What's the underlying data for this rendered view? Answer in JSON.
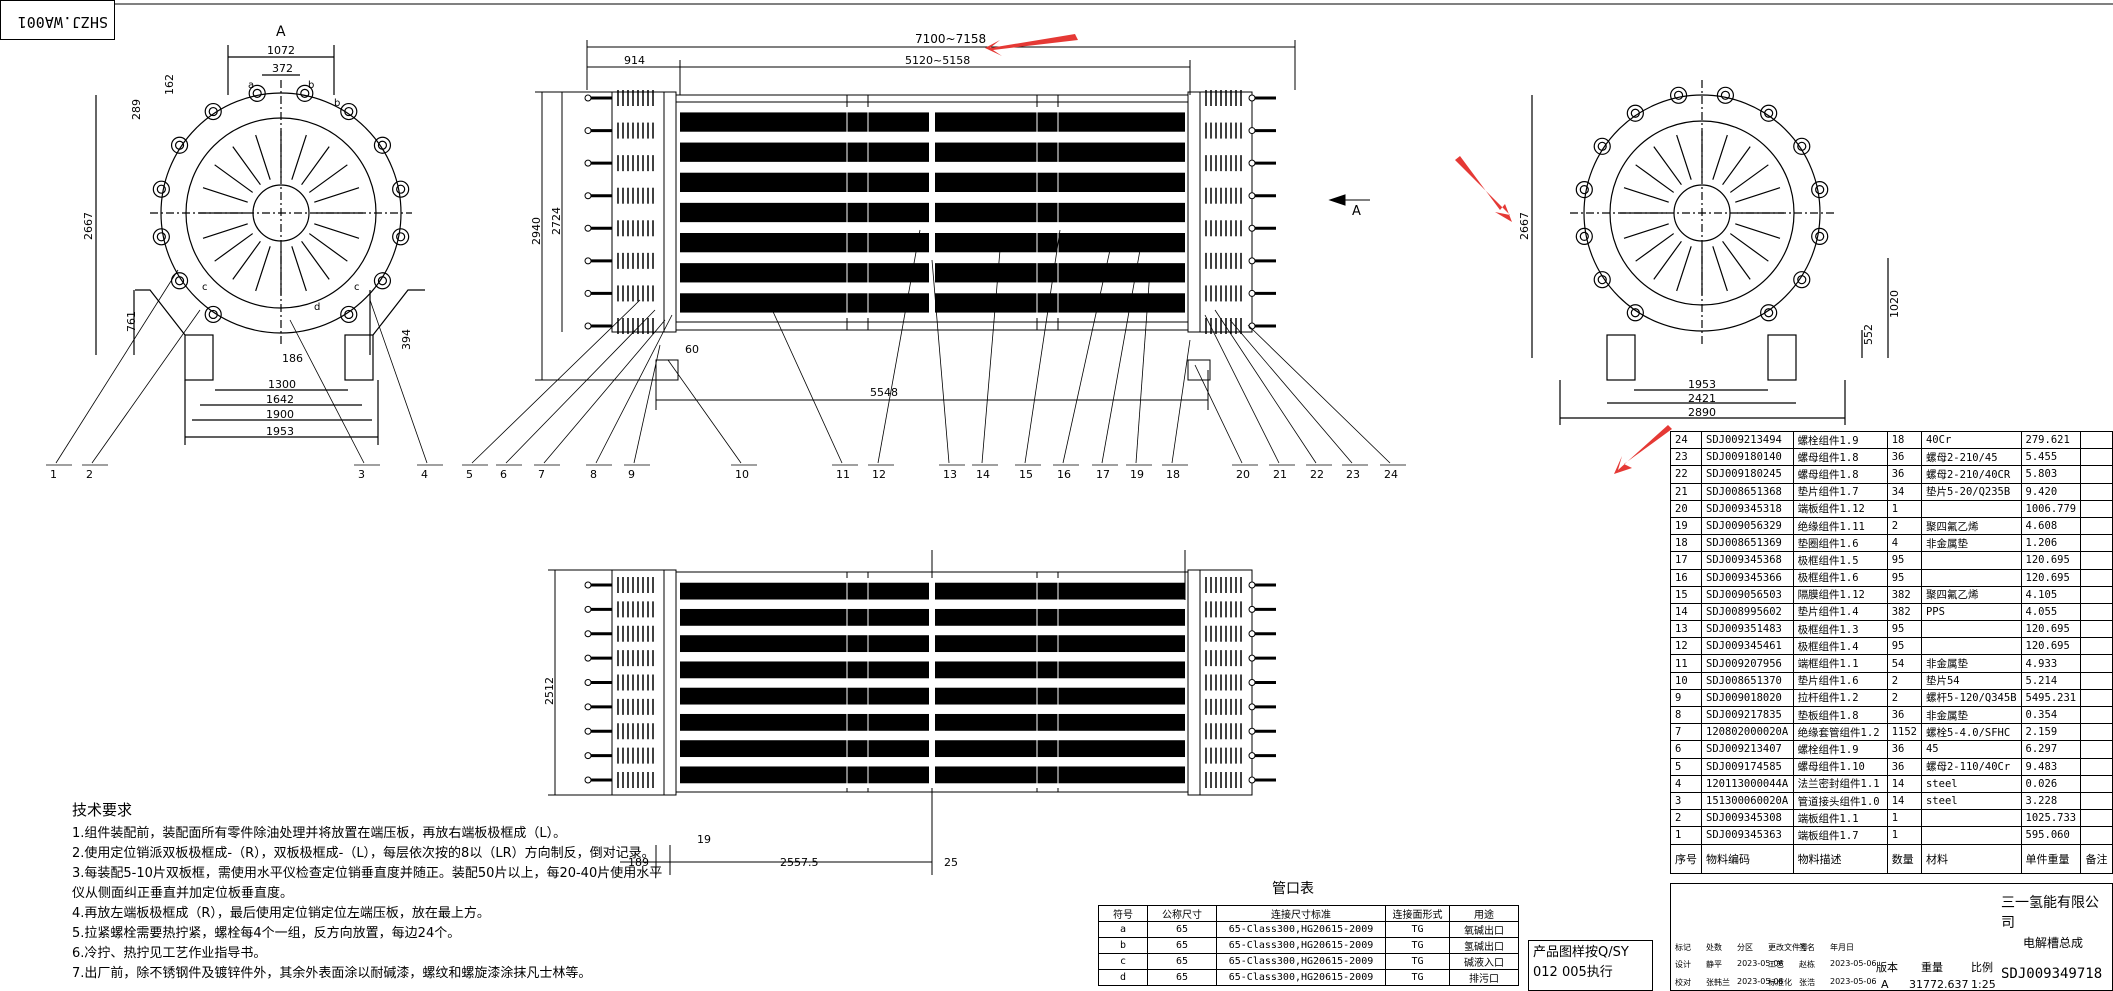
{
  "corner_tag": "SHZJ.WA001",
  "view_a_label": "A",
  "arrow_label": "A",
  "left_view_dims": [
    "1072",
    "372",
    "162",
    "289",
    "2667",
    "761",
    "186",
    "394",
    "1300",
    "1642",
    "1900",
    "1953"
  ],
  "left_nozzle_letters": [
    "a",
    "b",
    "b",
    "c",
    "c",
    "d"
  ],
  "right_view_dims": [
    "2667",
    "1020",
    "552",
    "1953",
    "2421",
    "2890"
  ],
  "front_view_dims": {
    "overall": "7100~7158",
    "left": "914",
    "inner": "5120~5158",
    "height1": "2940",
    "height2": "2724",
    "gap": "60",
    "base": "5548"
  },
  "lower_view_dims": {
    "height": "2512",
    "left": "189",
    "small": "19",
    "span": "2557.5",
    "right": "25"
  },
  "balloons": [
    "1",
    "2",
    "3",
    "4",
    "5",
    "6",
    "7",
    "8",
    "9",
    "10",
    "11",
    "12",
    "13",
    "14",
    "15",
    "16",
    "17",
    "19",
    "18",
    "20",
    "21",
    "22",
    "23",
    "24"
  ],
  "notes_title": "技术要求",
  "notes": [
    "1.组件装配前，装配面所有零件除油处理并将放置在端压板，再放右端板极框成（L）。",
    "2.使用定位销派双板极框成-（R），双板极框成-（L），每层依次按的8以（LR）方向制反，倒对记录。",
    "3.每装配5-10片双板框，需使用水平仪检查定位销垂直度并随正。装配50片以上，每20-40片使用水平",
    "仪从侧面纠正垂直并加定位板垂直度。",
    "4.再放左端板极框成（R），最后使用定位销定位左端压板，放在最上方。",
    "5.拉紧螺栓需要热拧紧，螺栓每4个一组，反方向放置，每边24个。",
    "6.冷拧、热拧见工艺作业指导书。",
    "7.出厂前，除不锈钢件及镀锌件外，其余外表面涂以耐碱漆，螺纹和螺旋漆涂抹凡士林等。"
  ],
  "bom": [
    {
      "no": "24",
      "code": "SDJ009213494",
      "name": "螺栓组件1.9",
      "qty": "18",
      "mat": "40Cr",
      "wt": "279.621"
    },
    {
      "no": "23",
      "code": "SDJ009180140",
      "name": "螺母组件1.8",
      "qty": "36",
      "mat": "螺母2-210/45",
      "wt": "5.455"
    },
    {
      "no": "22",
      "code": "SDJ009180245",
      "name": "螺母组件1.8",
      "qty": "36",
      "mat": "螺母2-210/40CR",
      "wt": "5.803"
    },
    {
      "no": "21",
      "code": "SDJ008651368",
      "name": "垫片组件1.7",
      "qty": "34",
      "mat": "垫片5-20/Q235B",
      "wt": "9.420"
    },
    {
      "no": "20",
      "code": "SDJ009345318",
      "name": "端板组件1.12",
      "qty": "1",
      "mat": "",
      "wt": "1006.779"
    },
    {
      "no": "19",
      "code": "SDJ009056329",
      "name": "绝缘组件1.11",
      "qty": "2",
      "mat": "聚四氟乙烯",
      "wt": "4.608"
    },
    {
      "no": "18",
      "code": "SDJ008651369",
      "name": "垫圈组件1.6",
      "qty": "4",
      "mat": "非金属垫",
      "wt": "1.206"
    },
    {
      "no": "17",
      "code": "SDJ009345368",
      "name": "极框组件1.5",
      "qty": "95",
      "mat": "",
      "wt": "120.695"
    },
    {
      "no": "16",
      "code": "SDJ009345366",
      "name": "极框组件1.6",
      "qty": "95",
      "mat": "",
      "wt": "120.695"
    },
    {
      "no": "15",
      "code": "SDJ009056503",
      "name": "隔膜组件1.12",
      "qty": "382",
      "mat": "聚四氟乙烯",
      "wt": "4.105"
    },
    {
      "no": "14",
      "code": "SDJ008995602",
      "name": "垫片组件1.4",
      "qty": "382",
      "mat": "PPS",
      "wt": "4.055"
    },
    {
      "no": "13",
      "code": "SDJ009351483",
      "name": "极框组件1.3",
      "qty": "95",
      "mat": "",
      "wt": "120.695"
    },
    {
      "no": "12",
      "code": "SDJ009345461",
      "name": "极框组件1.4",
      "qty": "95",
      "mat": "",
      "wt": "120.695"
    },
    {
      "no": "11",
      "code": "SDJ009207956",
      "name": "端框组件1.1",
      "qty": "54",
      "mat": "非金属垫",
      "wt": "4.933"
    },
    {
      "no": "10",
      "code": "SDJ008651370",
      "name": "垫片组件1.6",
      "qty": "2",
      "mat": "垫片54",
      "wt": "5.214"
    },
    {
      "no": "9",
      "code": "SDJ009018020",
      "name": "拉杆组件1.2",
      "qty": "2",
      "mat": "螺杆5-120/Q345B",
      "wt": "5495.231"
    },
    {
      "no": "8",
      "code": "SDJ009217835",
      "name": "垫板组件1.8",
      "qty": "36",
      "mat": "非金属垫",
      "wt": "0.354"
    },
    {
      "no": "7",
      "code": "120802000020A",
      "name": "绝缘套管组件1.2",
      "qty": "1152",
      "mat": "螺栓5-4.0/SFHC",
      "wt": "2.159"
    },
    {
      "no": "6",
      "code": "SDJ009213407",
      "name": "螺栓组件1.9",
      "qty": "36",
      "mat": "45",
      "wt": "6.297"
    },
    {
      "no": "5",
      "code": "SDJ009174585",
      "name": "螺母组件1.10",
      "qty": "36",
      "mat": "螺母2-110/40Cr",
      "wt": "9.483"
    },
    {
      "no": "4",
      "code": "120113000044A",
      "name": "法兰密封组件1.1",
      "qty": "14",
      "mat": "steel",
      "wt": "0.026"
    },
    {
      "no": "3",
      "code": "151300060020A",
      "name": "管道接头组件1.0",
      "qty": "14",
      "mat": "steel",
      "wt": "3.228"
    },
    {
      "no": "2",
      "code": "SDJ009345308",
      "name": "端板组件1.1",
      "qty": "1",
      "mat": "",
      "wt": "1025.733"
    },
    {
      "no": "1",
      "code": "SDJ009345363",
      "name": "端板组件1.7",
      "qty": "1",
      "mat": "",
      "wt": "595.060"
    }
  ],
  "bom_header": {
    "no": "序号",
    "code": "物料编码",
    "name": "物料描述",
    "qty": "数量",
    "mat": "材料",
    "wt": "单件重量",
    "note": "备注"
  },
  "nozzle_title": "管口表",
  "nozzle_rows": [
    {
      "tag": "a",
      "dn": "65",
      "std": "65-Class300,HG20615-2009",
      "face": "TG",
      "use": "氧碱出口"
    },
    {
      "tag": "b",
      "dn": "65",
      "std": "65-Class300,HG20615-2009",
      "face": "TG",
      "use": "氢碱出口"
    },
    {
      "tag": "c",
      "dn": "65",
      "std": "65-Class300,HG20615-2009",
      "face": "TG",
      "use": "碱液入口"
    },
    {
      "tag": "d",
      "dn": "65",
      "std": "65-Class300,HG20615-2009",
      "face": "TG",
      "use": "排污口"
    }
  ],
  "nozzle_header": {
    "tag": "符号",
    "dn": "公称尺寸",
    "std": "连接尺寸标准",
    "face": "连接面形式",
    "use": "用途"
  },
  "stamp_lines": [
    "产品图样按Q/SY",
    "012 005执行"
  ],
  "title_block": {
    "company": "三一氢能有限公司",
    "name": "电解槽总成",
    "code": "SDJ009349718",
    "version_label": "版本",
    "weight_label": "重量",
    "scale_label": "比例",
    "version": "A",
    "weight": "31772.637",
    "scale": "1:25",
    "row_labels": [
      "标记",
      "处数",
      "分区",
      "更改文件号",
      "签名",
      "年月日"
    ],
    "row2": [
      "设计",
      "静平",
      "2023-05-06",
      "工艺",
      "赵栋",
      "2023-05-06"
    ],
    "row3": [
      "校对",
      "张韩兰",
      "2023-05-06",
      "标准化",
      "张浩",
      "2023-05-06"
    ]
  }
}
